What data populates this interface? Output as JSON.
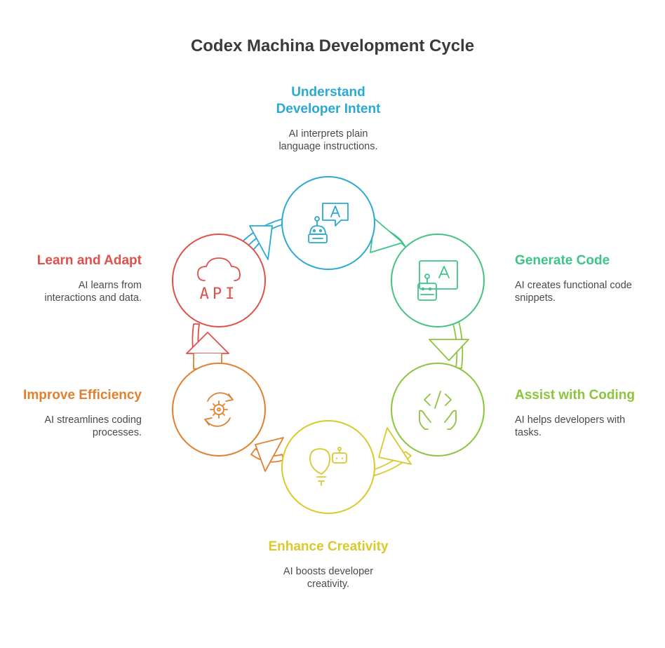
{
  "title": "Codex Machina Development Cycle",
  "colors": {
    "understand": "#2ba9d4",
    "generate": "#3ec486",
    "assist": "#8cc43c",
    "enhance": "#d9c92c",
    "improve": "#e0802e",
    "learn": "#e0504a"
  },
  "steps": [
    {
      "heading": [
        "Understand",
        "Developer Intent"
      ],
      "desc": [
        "AI interprets plain",
        "language instructions."
      ],
      "icon": "robot-chat-icon"
    },
    {
      "heading": [
        "Generate Code"
      ],
      "desc": [
        "AI creates functional code",
        "snippets."
      ],
      "icon": "robot-screen-icon"
    },
    {
      "heading": [
        "Assist with Coding"
      ],
      "desc": [
        "AI helps developers with",
        "tasks."
      ],
      "icon": "code-hands-icon"
    },
    {
      "heading": [
        "Enhance Creativity"
      ],
      "desc": [
        "AI boosts developer",
        "creativity."
      ],
      "icon": "bulb-robot-icon"
    },
    {
      "heading": [
        "Improve Efficiency"
      ],
      "desc": [
        "AI streamlines coding",
        "processes."
      ],
      "icon": "gear-cycle-icon"
    },
    {
      "heading": [
        "Learn and Adapt"
      ],
      "desc": [
        "AI learns from",
        "interactions and data."
      ],
      "icon": "cloud-api-icon",
      "icon_text": "API"
    }
  ]
}
